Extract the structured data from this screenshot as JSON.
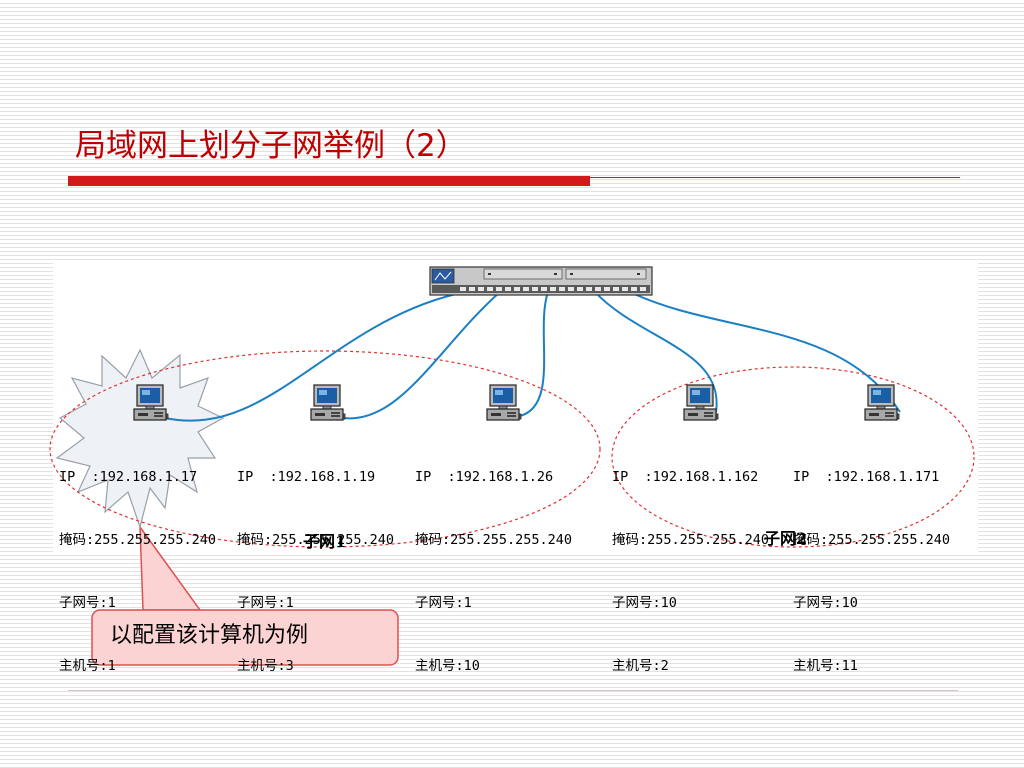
{
  "slide": {
    "title": "局域网上划分子网举例（2）"
  },
  "hosts": [
    {
      "ip": "IP  :192.168.1.17",
      "mask": "掩码:255.255.255.240",
      "subnet": "子网号:1",
      "host": "主机号:1"
    },
    {
      "ip": "IP  :192.168.1.19",
      "mask": "掩码:255.255.255.240",
      "subnet": "子网号:1",
      "host": "主机号:3"
    },
    {
      "ip": "IP  :192.168.1.26",
      "mask": "掩码:255.255.255.240",
      "subnet": "子网号:1",
      "host": "主机号:10"
    },
    {
      "ip": "IP  :192.168.1.162",
      "mask": "掩码:255.255.255.240",
      "subnet": "子网号:10",
      "host": "主机号:2"
    },
    {
      "ip": "IP  :192.168.1.171",
      "mask": "掩码:255.255.255.240",
      "subnet": "子网号:10",
      "host": "主机号:11"
    }
  ],
  "subnets": [
    {
      "label": "子网1"
    },
    {
      "label": "子网2"
    }
  ],
  "callout": {
    "text": "以配置该计算机为例"
  },
  "colors": {
    "title": "#c00000",
    "title_bar": "#d21a1a",
    "cable": "#1b7fc4",
    "subnet_outline": "#e03030",
    "callout_fill": "#fbd3d3",
    "callout_border": "#e05050",
    "burst_fill": "#eef1f6"
  },
  "icons": {
    "computer": "desktop-computer-icon",
    "switch": "network-switch-icon"
  }
}
